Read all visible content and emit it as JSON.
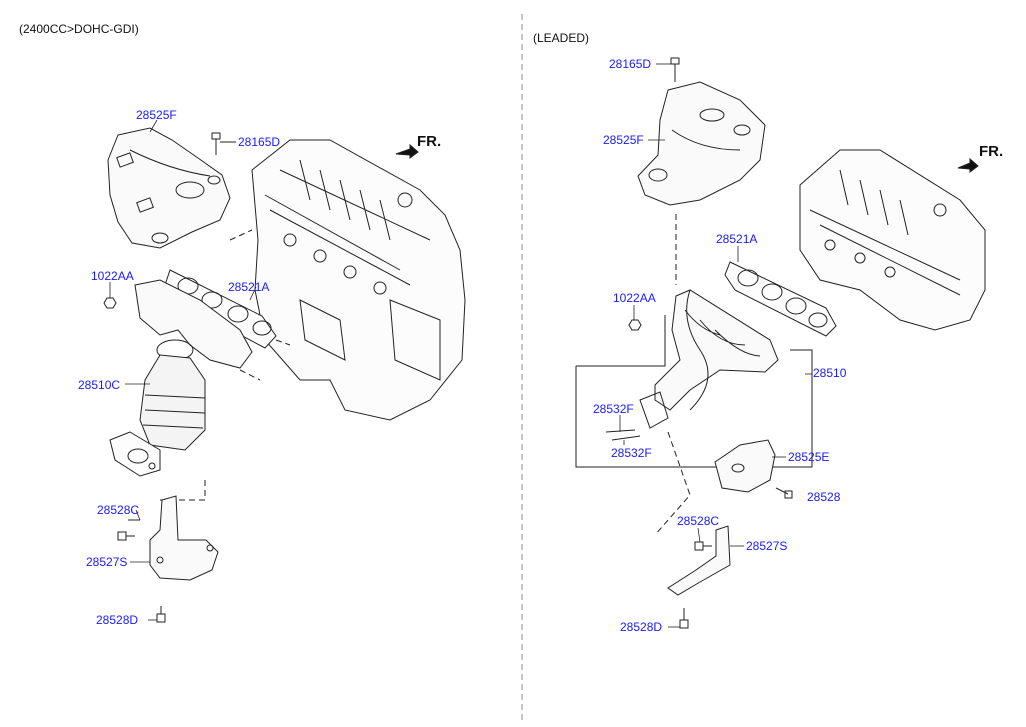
{
  "left_panel": {
    "title": "(2400CC>DOHC-GDI)",
    "direction": "FR.",
    "parts": {
      "p28525F": "28525F",
      "p28165D": "28165D",
      "p1022AA": "1022AA",
      "p28521A": "28521A",
      "p28510C": "28510C",
      "p28528C": "28528C",
      "p28527S": "28527S",
      "p28528D": "28528D"
    }
  },
  "right_panel": {
    "title": "(LEADED)",
    "direction": "FR.",
    "parts": {
      "p28165D": "28165D",
      "p28525F": "28525F",
      "p28521A": "28521A",
      "p1022AA": "1022AA",
      "p28510": "28510",
      "p28532F_a": "28532F",
      "p28532F_b": "28532F",
      "p28525E": "28525E",
      "p28528": "28528",
      "p28528C": "28528C",
      "p28527S": "28527S",
      "p28528D": "28528D"
    }
  },
  "colors": {
    "label": "#1a1aff",
    "line": "#222222",
    "divider": "#888888"
  }
}
